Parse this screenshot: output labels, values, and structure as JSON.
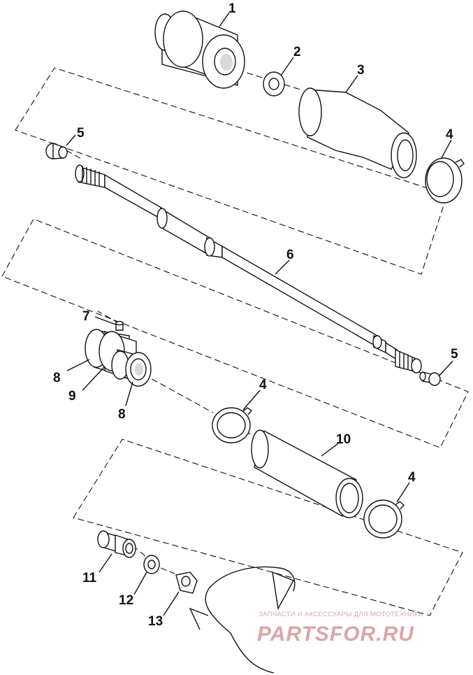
{
  "callouts": [
    "1",
    "2",
    "3",
    "4",
    "5",
    "6",
    "7",
    "8",
    "9",
    "10",
    "11",
    "12",
    "13"
  ],
  "watermark": {
    "tagline": "ЗАПЧАСТИ И АКСЕССУАРЫ ДЛЯ МОТОТЕХНИКИ",
    "brand": "PARTSFOR.RU"
  }
}
